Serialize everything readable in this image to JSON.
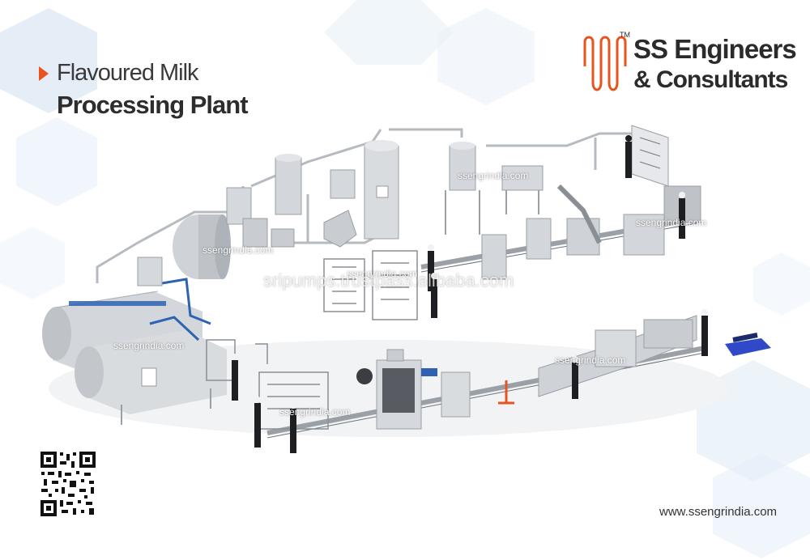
{
  "title": {
    "line1": "Flavoured Milk",
    "line2": "Processing Plant"
  },
  "brand": {
    "line1": "SS Engineers",
    "line2": "& Consultants",
    "tm": "TM",
    "accent_color": "#e8541e",
    "text_color": "#2b2b2b"
  },
  "watermarks": [
    "ssengrindia.com",
    "ssengrindia.com",
    "ssengrindia.com",
    "ssengrindia.com",
    "ssengrindia.com",
    "ssengrindia.com",
    "ssengrindia.com"
  ],
  "overlay_watermark": "sripumps.trustpass.alibaba.com",
  "website": "www.ssengrindia.com",
  "colors": {
    "background": "#ffffff",
    "steel": "#c9ccd0",
    "steel_dark": "#8a8f96",
    "hexagon": "#dce9f5",
    "crate": "#2f49c8"
  }
}
